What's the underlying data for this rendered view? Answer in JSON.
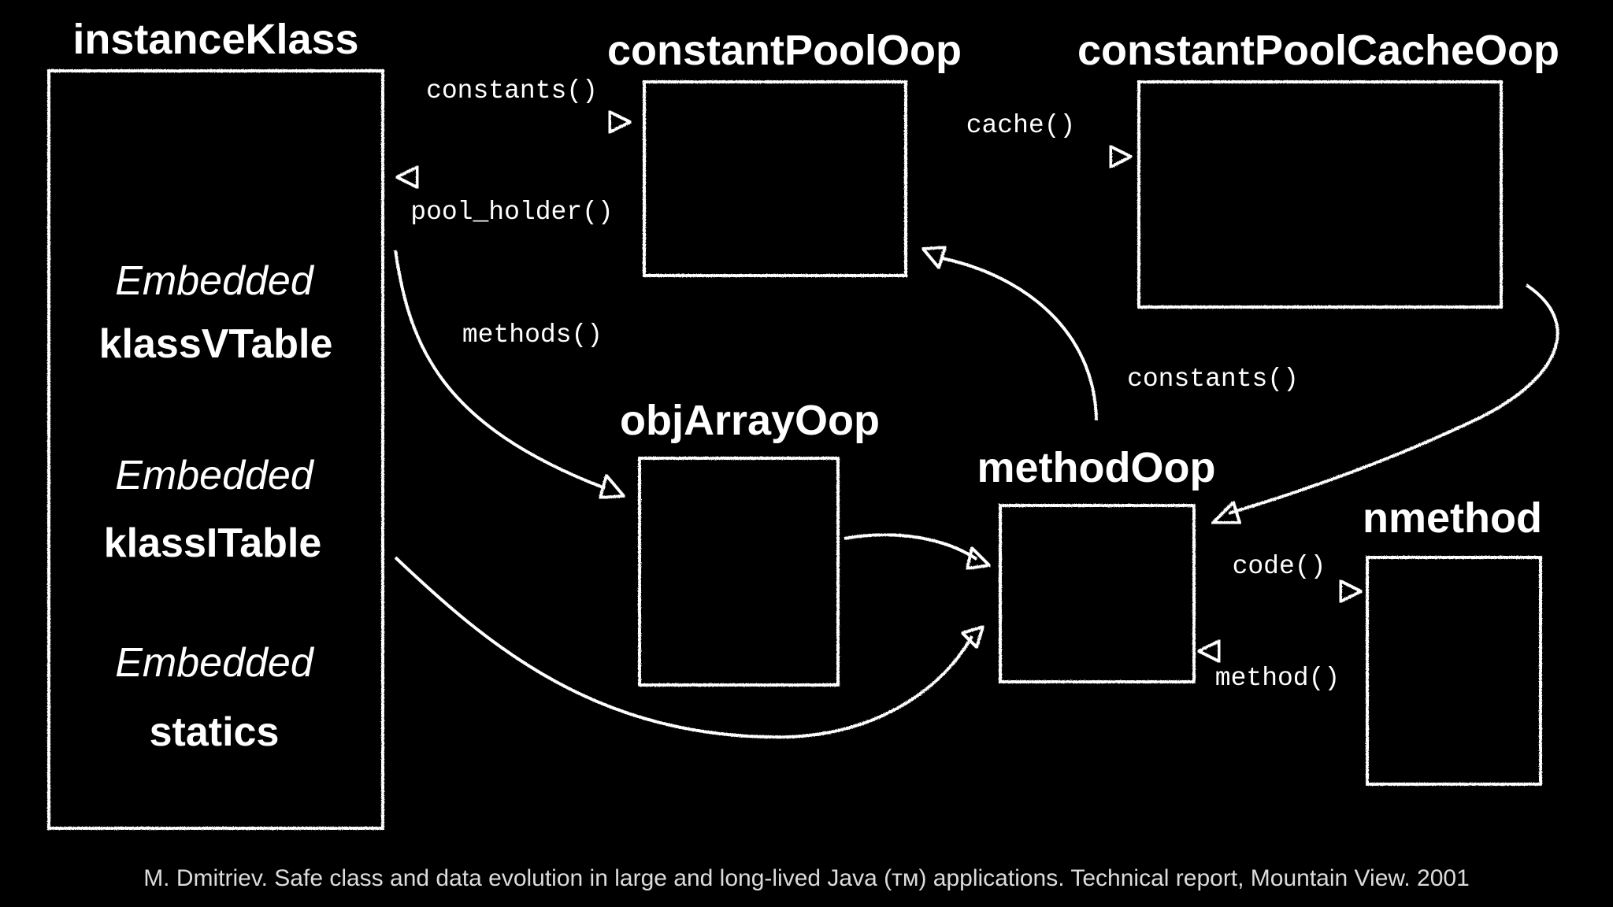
{
  "colors": {
    "background": "#000000",
    "chalk": "#ffffff"
  },
  "boxes": {
    "instance_klass": {
      "title": "instanceKlass",
      "sections": [
        {
          "embedded": "Embedded",
          "name": "klassVTable"
        },
        {
          "embedded": "Embedded",
          "name": "klassITable"
        },
        {
          "embedded": "Embedded",
          "name": "statics"
        }
      ]
    },
    "constant_pool_oop": {
      "title": "constantPoolOop"
    },
    "constant_pool_cache_oop": {
      "title": "constantPoolCacheOop"
    },
    "obj_array_oop": {
      "title": "objArrayOop"
    },
    "method_oop": {
      "title": "methodOop"
    },
    "nmethod": {
      "title": "nmethod"
    }
  },
  "edges": {
    "constants_1": "constants()",
    "pool_holder": "pool_holder()",
    "cache": "cache()",
    "methods": "methods()",
    "constants_2": "constants()",
    "code": "code()",
    "method": "method()"
  },
  "citation": "M. Dmitriev. Safe class and data evolution in large and long-lived Java (ᴛᴍ) applications. Technical report, Mountain View. 2001"
}
